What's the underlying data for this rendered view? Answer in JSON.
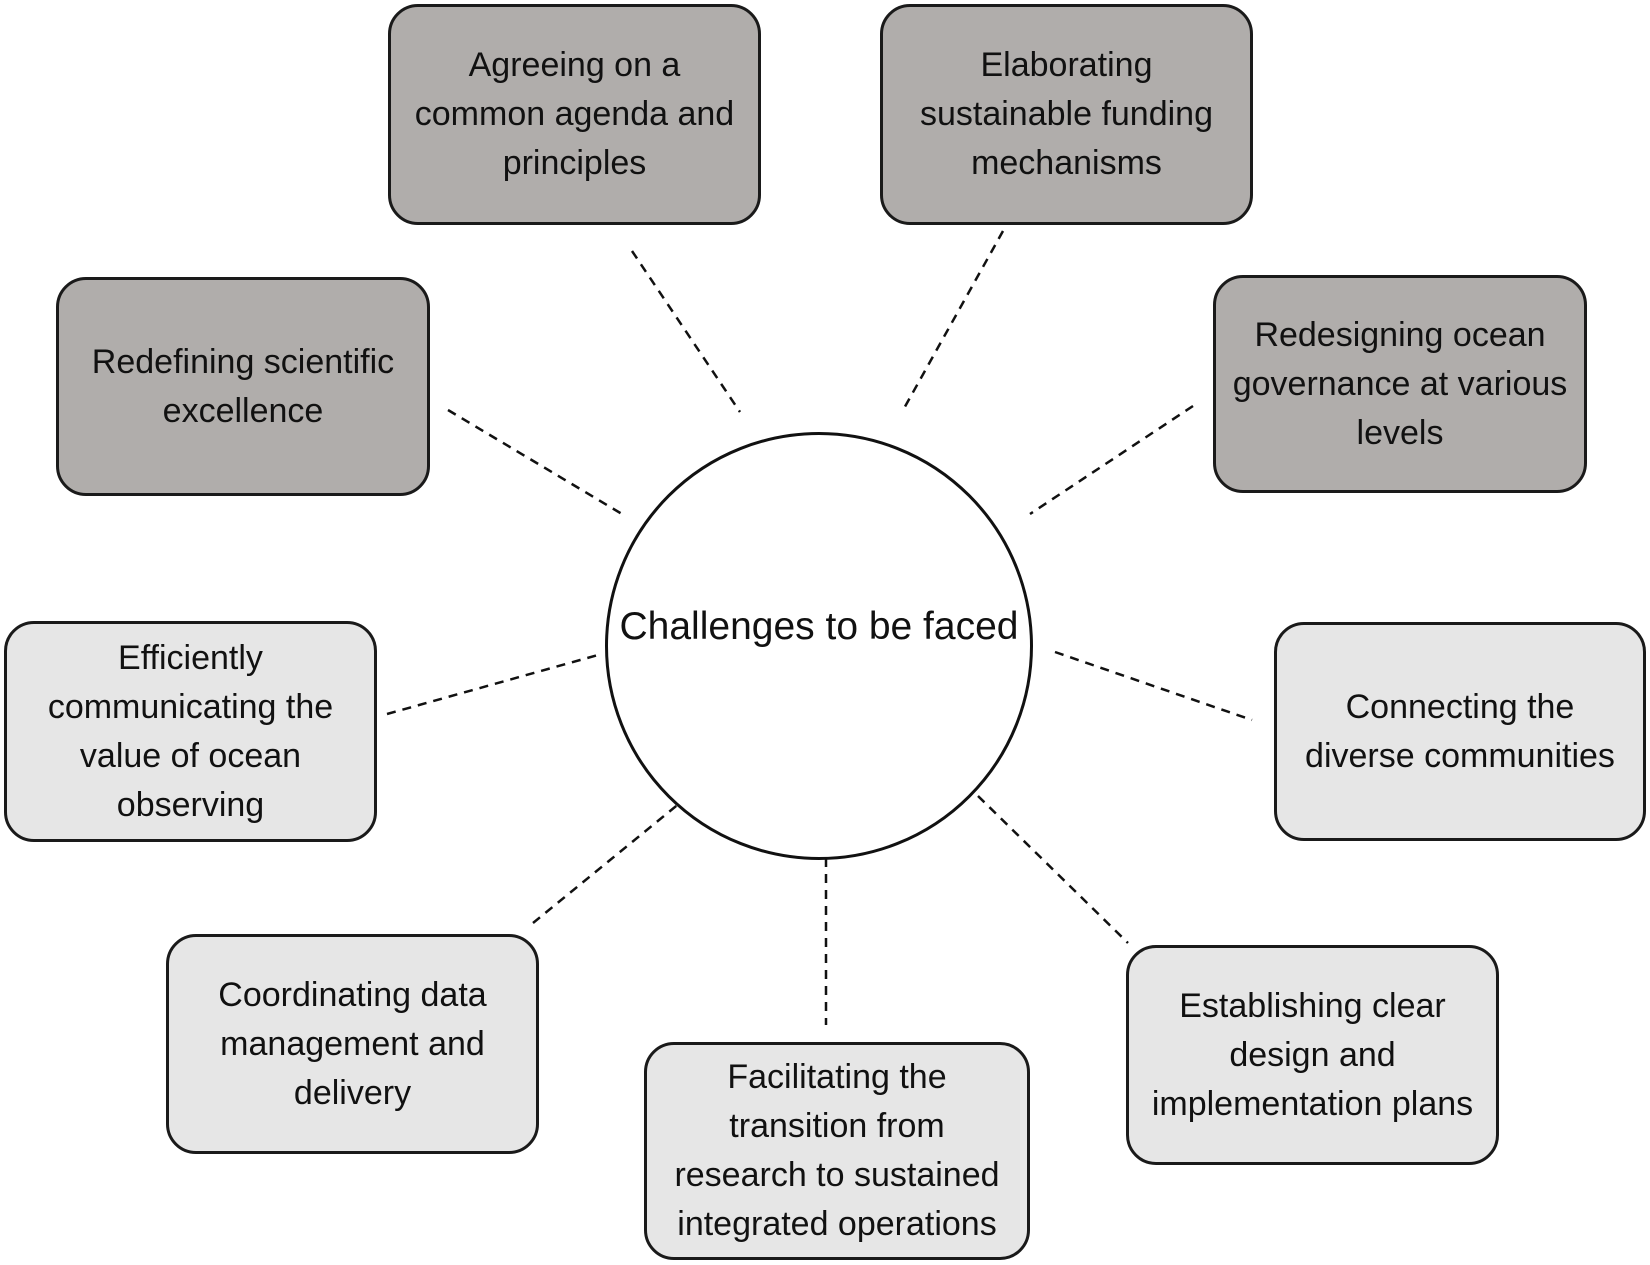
{
  "center": {
    "label": "Challenges to be faced"
  },
  "challenges": [
    {
      "id": "agenda",
      "label": "Agreeing on a common agenda and principles",
      "shade": "dark"
    },
    {
      "id": "funding",
      "label": "Elaborating sustainable funding mechanisms",
      "shade": "dark"
    },
    {
      "id": "excellence",
      "label": "Redefining scientific excellence",
      "shade": "dark"
    },
    {
      "id": "governance",
      "label": "Redesigning ocean governance at various levels",
      "shade": "dark"
    },
    {
      "id": "communicating",
      "label": "Efficiently communicating the value of ocean observing",
      "shade": "light"
    },
    {
      "id": "connecting",
      "label": "Connecting the diverse communities",
      "shade": "light"
    },
    {
      "id": "data",
      "label": "Coordinating data management and delivery",
      "shade": "light"
    },
    {
      "id": "design",
      "label": "Establishing clear design and implementation plans",
      "shade": "light"
    },
    {
      "id": "transition",
      "label": "Facilitating the transition from research to sustained integrated operations",
      "shade": "light"
    }
  ],
  "colors": {
    "dark_box": "#b0adab",
    "light_box": "#e6e6e6",
    "border": "#1a1a1a",
    "center_fill": "#ffffff"
  }
}
